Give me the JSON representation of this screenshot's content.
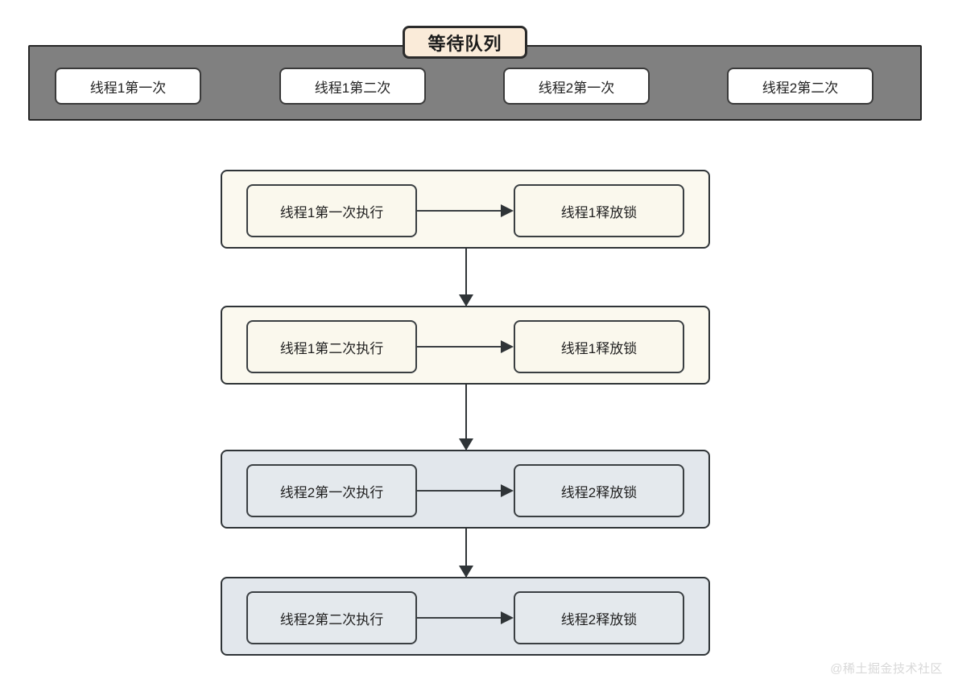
{
  "diagram": {
    "title": "等待队列",
    "queue": {
      "label": "等待队列",
      "background_color": "#808080",
      "items": [
        {
          "label": "线程1第一次"
        },
        {
          "label": "线程1第二次"
        },
        {
          "label": "线程2第一次"
        },
        {
          "label": "线程2第二次"
        }
      ]
    },
    "groups": [
      {
        "theme": "cream",
        "color": "#fbf9ef",
        "left_node": "线程1第一次执行",
        "right_node": "线程1释放锁",
        "connector": "arrow-right"
      },
      {
        "theme": "cream",
        "color": "#fbf9ef",
        "left_node": "线程1第二次执行",
        "right_node": "线程1释放锁",
        "connector": "arrow-right"
      },
      {
        "theme": "blue",
        "color": "#e2e7ec",
        "left_node": "线程2第一次执行",
        "right_node": "线程2释放锁",
        "connector": "arrow-right"
      },
      {
        "theme": "blue",
        "color": "#e2e7ec",
        "left_node": "线程2第二次执行",
        "right_node": "线程2释放锁",
        "connector": "arrow-right"
      }
    ],
    "flow_connectors": [
      {
        "from": "group-1",
        "to": "group-2",
        "type": "arrow-down"
      },
      {
        "from": "group-2",
        "to": "group-3",
        "type": "arrow-down"
      },
      {
        "from": "group-3",
        "to": "group-4",
        "type": "arrow-down"
      }
    ],
    "watermark": "@稀土掘金技术社区"
  }
}
